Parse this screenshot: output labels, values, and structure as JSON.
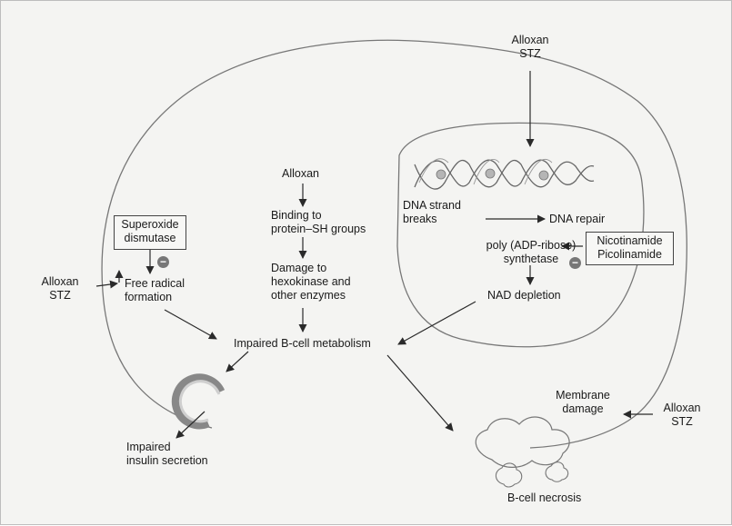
{
  "labels": {
    "alloxan_stz_top": "Alloxan\nSTZ",
    "dna_strand_breaks": "DNA strand\nbreaks",
    "dna_repair": "DNA repair",
    "poly_adp": "poly (ADP-ribose)\nsynthetase",
    "nad_depletion": "NAD depletion",
    "nicotinamide_box": "Nicotinamide\nPicolinamide",
    "alloxan_center": "Alloxan",
    "binding": "Binding to\nprotein–SH groups",
    "damage": "Damage to\nhexokinase and\nother enzymes",
    "superoxide_box": "Superoxide\ndismutase",
    "free_radical": "Free radical\nformation",
    "alloxan_stz_left": "Alloxan\nSTZ",
    "impaired_metabolism": "Impaired B-cell metabolism",
    "impaired_insulin": "Impaired\ninsulin secretion",
    "membrane_damage": "Membrane\ndamage",
    "alloxan_stz_right": "Alloxan\nSTZ",
    "necrosis": "B-cell necrosis",
    "inhibit_symbol": "−"
  },
  "colors": {
    "line": "#2a2a2a",
    "cell_outline": "#777777",
    "dna_bead": "#b5b5b5",
    "vesicle": "#8a8a8a"
  }
}
